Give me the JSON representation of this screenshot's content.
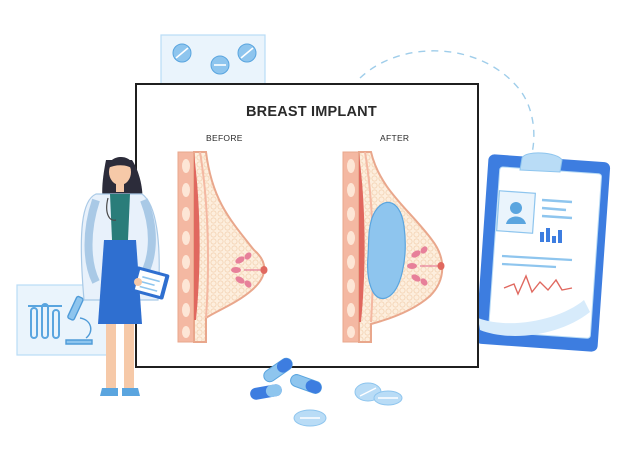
{
  "diagram": {
    "title": "BREAST IMPLANT",
    "before_label": "BEFORE",
    "after_label": "AFTER"
  },
  "icons": {
    "pills_card": "pills-card-icon",
    "lab_card": "microscope-icon",
    "clipboard": "medical-report-clipboard-icon",
    "doctor": "doctor-figure"
  },
  "colors": {
    "skin_outline": "#e9a78c",
    "fat_fill": "#fbe7cf",
    "muscle": "#e0685f",
    "chest_wall": "#f4b8a2",
    "implant": "#8ec5ee",
    "glands": "#e7809a",
    "accent_blue": "#2f6fd0",
    "light_blue": "#b9dcf6"
  }
}
